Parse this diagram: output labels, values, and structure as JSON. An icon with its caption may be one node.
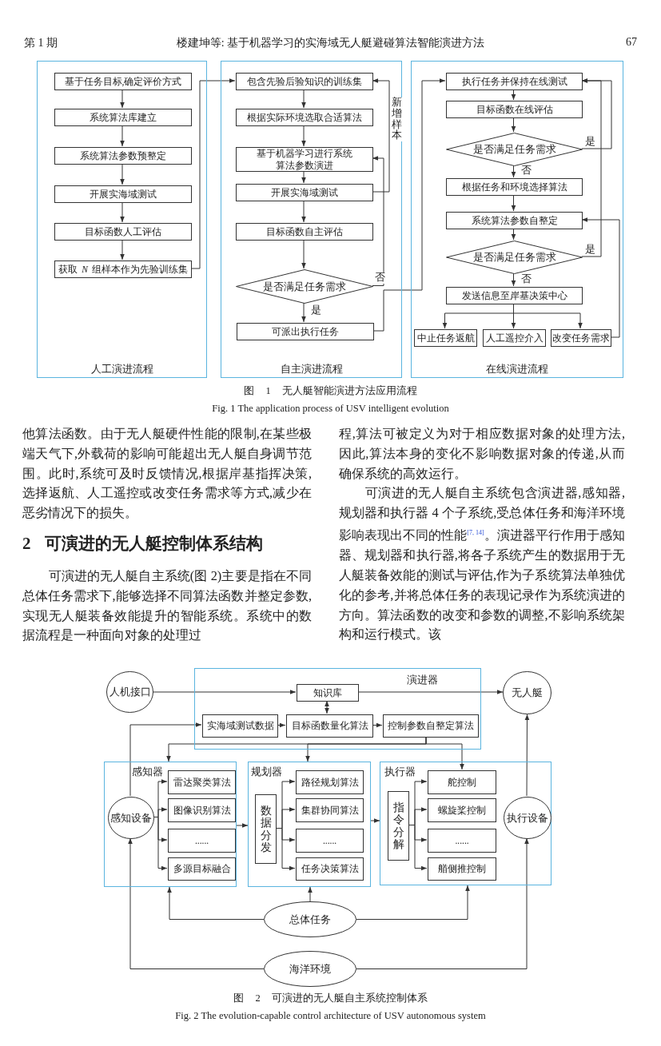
{
  "diagram": {
    "nodes": [
      {
        "text": [
          "人工演进流程"
        ]
      },
      {
        "text": [
          "基于任务目标,确定评价方式"
        ],
        "in": 0
      },
      {
        "text": [
          "系统算法库建立"
        ],
        "in": 0
      },
      {
        "text": [
          "系统算法参数预整定"
        ],
        "in": 0
      },
      {
        "text": [
          "开展实海域测试"
        ],
        "in": 0
      },
      {
        "text": [
          "目标函数人工评估"
        ],
        "in": 0
      },
      {
        "text": [
          "获取 *N* 组样本作为先验训练集"
        ],
        "in": 0
      },
      {
        "text": [
          "自主演进流程"
        ]
      },
      {
        "text": [
          "包含先验后验知识的训练集"
        ],
        "in": 7
      },
      {
        "text": [
          "根据实际环境选取合适算法"
        ],
        "in": 7
      },
      {
        "text": [
          "基于机器学习进行系统算法参数演进"
        ],
        "in": 7
      },
      {
        "text": [
          "开展实海域测试"
        ],
        "in": 7
      },
      {
        "text": [
          "目标函数自主评估"
        ],
        "in": 7
      },
      {
        "text": [
          "是否满足任务需求"
        ],
        "in": 7
      },
      {
        "text": [
          "可派出执行任务"
        ],
        "in": 7
      },
      {
        "text": [
          "在线演进流程"
        ]
      },
      {
        "text": [
          "执行任务并保持在线测试"
        ],
        "in": 15
      },
      {
        "text": [
          "目标函数在线评估"
        ],
        "in": 15
      },
      {
        "text": [
          "是否满足任务需求"
        ],
        "in": 15
      },
      {
        "text": [
          "根据任务和环境选择算法"
        ],
        "in": 15
      },
      {
        "text": [
          "系统算法参数自整定"
        ],
        "in": 15
      },
      {
        "text": [
          "是否满足任务需求"
        ],
        "in": 15
      },
      {
        "text": [
          "发送信息至岸基决策中心"
        ],
        "in": 15
      },
      {
        "text": [
          "中止任务返航"
        ],
        "in": 15
      },
      {
        "text": [
          "人工遥控介入"
        ],
        "in": 15
      },
      {
        "text": [
          "改变任务需求"
        ],
        "in": 15
      },
      {
        "text": [
          "人机接口"
        ]
      },
      {
        "text": [
          "演进器"
        ]
      },
      {
        "text": [
          "知识库"
        ],
        "in": 27
      },
      {
        "text": [
          "实海域测试数据"
        ],
        "in": 27
      },
      {
        "text": [
          "目标函数量化算法"
        ],
        "in": 27
      },
      {
        "text": [
          "控制参数自整定算法"
        ],
        "in": 27
      },
      {
        "text": [
          "无人艇"
        ]
      },
      {
        "text": [
          "感知器"
        ]
      },
      {
        "text": [
          "感知设备"
        ],
        "in": 33
      },
      {
        "text": [
          "雷达聚类算法"
        ],
        "in": 33
      },
      {
        "text": [
          "图像识别算法"
        ],
        "in": 33
      },
      {
        "text": [
          "......"
        ],
        "in": 33
      },
      {
        "text": [
          "多源目标融合"
        ],
        "in": 33
      },
      {
        "text": [
          "规划器"
        ]
      },
      {
        "text": [
          "数据分发"
        ],
        "in": 39
      },
      {
        "text": [
          "路径规划算法"
        ],
        "in": 39
      },
      {
        "text": [
          "集群协同算法"
        ],
        "in": 39
      },
      {
        "text": [
          "......"
        ],
        "in": 39
      },
      {
        "text": [
          "任务决策算法"
        ],
        "in": 39
      },
      {
        "text": [
          "执行器"
        ]
      },
      {
        "text": [
          "指令分解"
        ],
        "in": 45
      },
      {
        "text": [
          "舵控制"
        ],
        "in": 45
      },
      {
        "text": [
          "螺旋桨控制"
        ],
        "in": 45
      },
      {
        "text": [
          "......"
        ],
        "in": 45
      },
      {
        "text": [
          "艏侧推控制"
        ],
        "in": 45
      },
      {
        "text": [
          "执行设备"
        ],
        "in": 45
      },
      {
        "text": [
          "总体任务"
        ]
      },
      {
        "text": [
          "海洋环境"
        ]
      }
    ],
    "edges": [
      {
        "from": 1,
        "to": 2,
        "arrow": "to"
      },
      {
        "from": 2,
        "to": 3,
        "arrow": "to"
      },
      {
        "from": 3,
        "to": 4,
        "arrow": "to"
      },
      {
        "from": 4,
        "to": 5,
        "arrow": "to"
      },
      {
        "from": 5,
        "to": 6,
        "arrow": "to"
      },
      {
        "from": 6,
        "to": 8,
        "arrow": "to"
      },
      {
        "from": 8,
        "to": 9,
        "arrow": "to"
      },
      {
        "from": 9,
        "to": 10,
        "arrow": "to"
      },
      {
        "from": 10,
        "to": 11,
        "arrow": "to"
      },
      {
        "from": 11,
        "to": 12,
        "arrow": "to"
      },
      {
        "from": 12,
        "to": 13,
        "arrow": "to"
      },
      {
        "from": 13,
        "to": 10,
        "arrow": "to",
        "label": "否"
      },
      {
        "from": 13,
        "to": 14,
        "arrow": "to",
        "label": "是"
      },
      {
        "from": 11,
        "to": 8,
        "arrow": "to",
        "label": "新增样本"
      },
      {
        "from": 14,
        "to": 16,
        "arrow": "to"
      },
      {
        "from": 16,
        "to": 17,
        "arrow": "to"
      },
      {
        "from": 17,
        "to": 18,
        "arrow": "to"
      },
      {
        "from": 18,
        "to": 16,
        "arrow": "to",
        "label": "是"
      },
      {
        "from": 18,
        "to": 19,
        "arrow": "to",
        "label": "否"
      },
      {
        "from": 19,
        "to": 20,
        "arrow": "to"
      },
      {
        "from": 20,
        "to": 21,
        "arrow": "to"
      },
      {
        "from": 21,
        "to": 16,
        "arrow": "to",
        "label": "是"
      },
      {
        "from": 21,
        "to": 22,
        "arrow": "to",
        "label": "否"
      },
      {
        "from": 22,
        "to": 23,
        "arrow": "to"
      },
      {
        "from": 22,
        "to": 24,
        "arrow": "to"
      },
      {
        "from": 22,
        "to": 25,
        "arrow": "to"
      },
      {
        "from": 25,
        "to": 20,
        "arrow": "to"
      },
      {
        "from": 26,
        "to": 28,
        "arrow": "to"
      },
      {
        "from": 28,
        "to": 32,
        "arrow": "to"
      },
      {
        "from": 28,
        "to": 30,
        "arrow": "both"
      },
      {
        "from": 29,
        "to": 30,
        "arrow": "to"
      },
      {
        "from": 30,
        "to": 31,
        "arrow": "to"
      },
      {
        "from": 34,
        "to": 29,
        "arrow": "to"
      },
      {
        "from": 31,
        "to": 33,
        "arrow": "to"
      },
      {
        "from": 31,
        "to": 39,
        "arrow": "to"
      },
      {
        "from": 31,
        "to": 47,
        "arrow": "to"
      },
      {
        "from": 34,
        "to": 35,
        "arrow": "to"
      },
      {
        "from": 34,
        "to": 36,
        "arrow": "to"
      },
      {
        "from": 34,
        "to": 37,
        "arrow": "to"
      },
      {
        "from": 34,
        "to": 38,
        "arrow": "to"
      },
      {
        "from": 33,
        "to": 39,
        "arrow": "to"
      },
      {
        "from": 39,
        "to": 45,
        "arrow": "to"
      },
      {
        "from": 40,
        "to": 41,
        "arrow": "to"
      },
      {
        "from": 40,
        "to": 42,
        "arrow": "to"
      },
      {
        "from": 40,
        "to": 43,
        "arrow": "to"
      },
      {
        "from": 40,
        "to": 44,
        "arrow": "to"
      },
      {
        "from": 46,
        "to": 47,
        "arrow": "to"
      },
      {
        "from": 46,
        "to": 48,
        "arrow": "to"
      },
      {
        "from": 46,
        "to": 49,
        "arrow": "to"
      },
      {
        "from": 46,
        "to": 50,
        "arrow": "to"
      },
      {
        "from": 51,
        "to": 32,
        "arrow": "to"
      },
      {
        "from": 52,
        "to": 33,
        "arrow": "to"
      },
      {
        "from": 52,
        "to": 39,
        "arrow": "to"
      },
      {
        "from": 52,
        "to": 45,
        "arrow": "to"
      },
      {
        "from": 53,
        "to": 34,
        "arrow": "to"
      },
      {
        "from": 53,
        "to": 51,
        "arrow": "to"
      }
    ],
    "labels": [
      "第 1 期",
      "楼建坤等: 基于机器学习的实海域无人艇避碰算法智能演进方法",
      "67",
      "图 1 无人艇智能演进方法应用流程",
      "Fig. 1 The application process of USV intelligent evolution",
      "他算法函数。由于无人艇硬件性能的限制,在某些极端天气下,外载荷的影响可能超出无人艇自身调节范围。此时,系统可及时反馈情况,根据岸基指挥决策,选择返航、人工遥控或改变任务需求等方式,减少在恶劣情况下的损失。",
      "2 可演进的无人艇控制体系结构",
      "可演进的无人艇自主系统(图 2)主要是指在不同总体任务需求下,能够选择不同算法函数并整定参数,实现无人艇装备效能提升的智能系统。系统中的数据流程是一种面向对象的处理过",
      "程,算法可被定义为对于相应数据对象的处理方法,因此,算法本身的变化不影响数据对象的传递,从而确保系统的高效运行。",
      "可演进的无人艇自主系统包含演进器,感知器,规划器和执行器 4 个子系统,受总体任务和海洋环境影响表现出不同的性能$^{[7, 14]}$。演进器平行作用于感知器、规划器和执行器,将各子系统产生的数据用于无人艇装备效能的测试与评估,作为子系统算法单独优化的参考,并将总体任务的表现记录作为系统演进的方向。算法函数的改变和参数的调整,不影响系统架构和运行模式。该",
      "图 2 可演进的无人艇自主系统控制体系",
      "Fig. 2 The evolution-capable control architecture of USV autonomous system"
    ]
  }
}
